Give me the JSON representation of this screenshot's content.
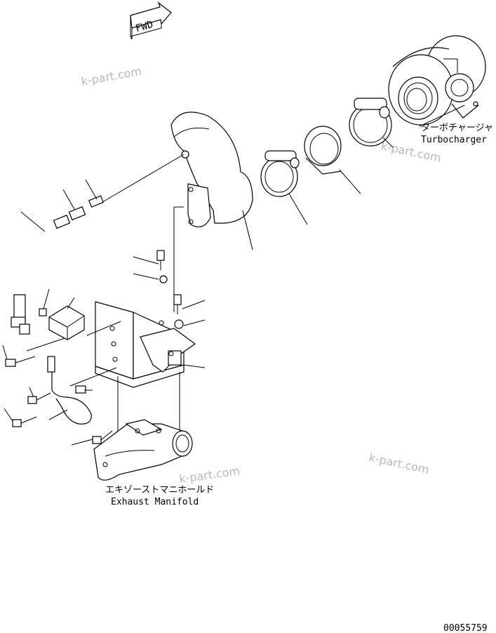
{
  "labels": {
    "fwd": "FWD",
    "turbocharger_jp": "ターボチャージャ",
    "turbocharger_en": "Turbocharger",
    "manifold_jp": "エキゾーストマニホールド",
    "manifold_en": "Exhaust Manifold",
    "drawing_number": "00055759"
  },
  "watermarks": [
    "k-part.com",
    "k-part.com",
    "k-part.com",
    "k-part.com"
  ],
  "icons": {
    "fwd_arrow": "forward-arrow-icon"
  }
}
